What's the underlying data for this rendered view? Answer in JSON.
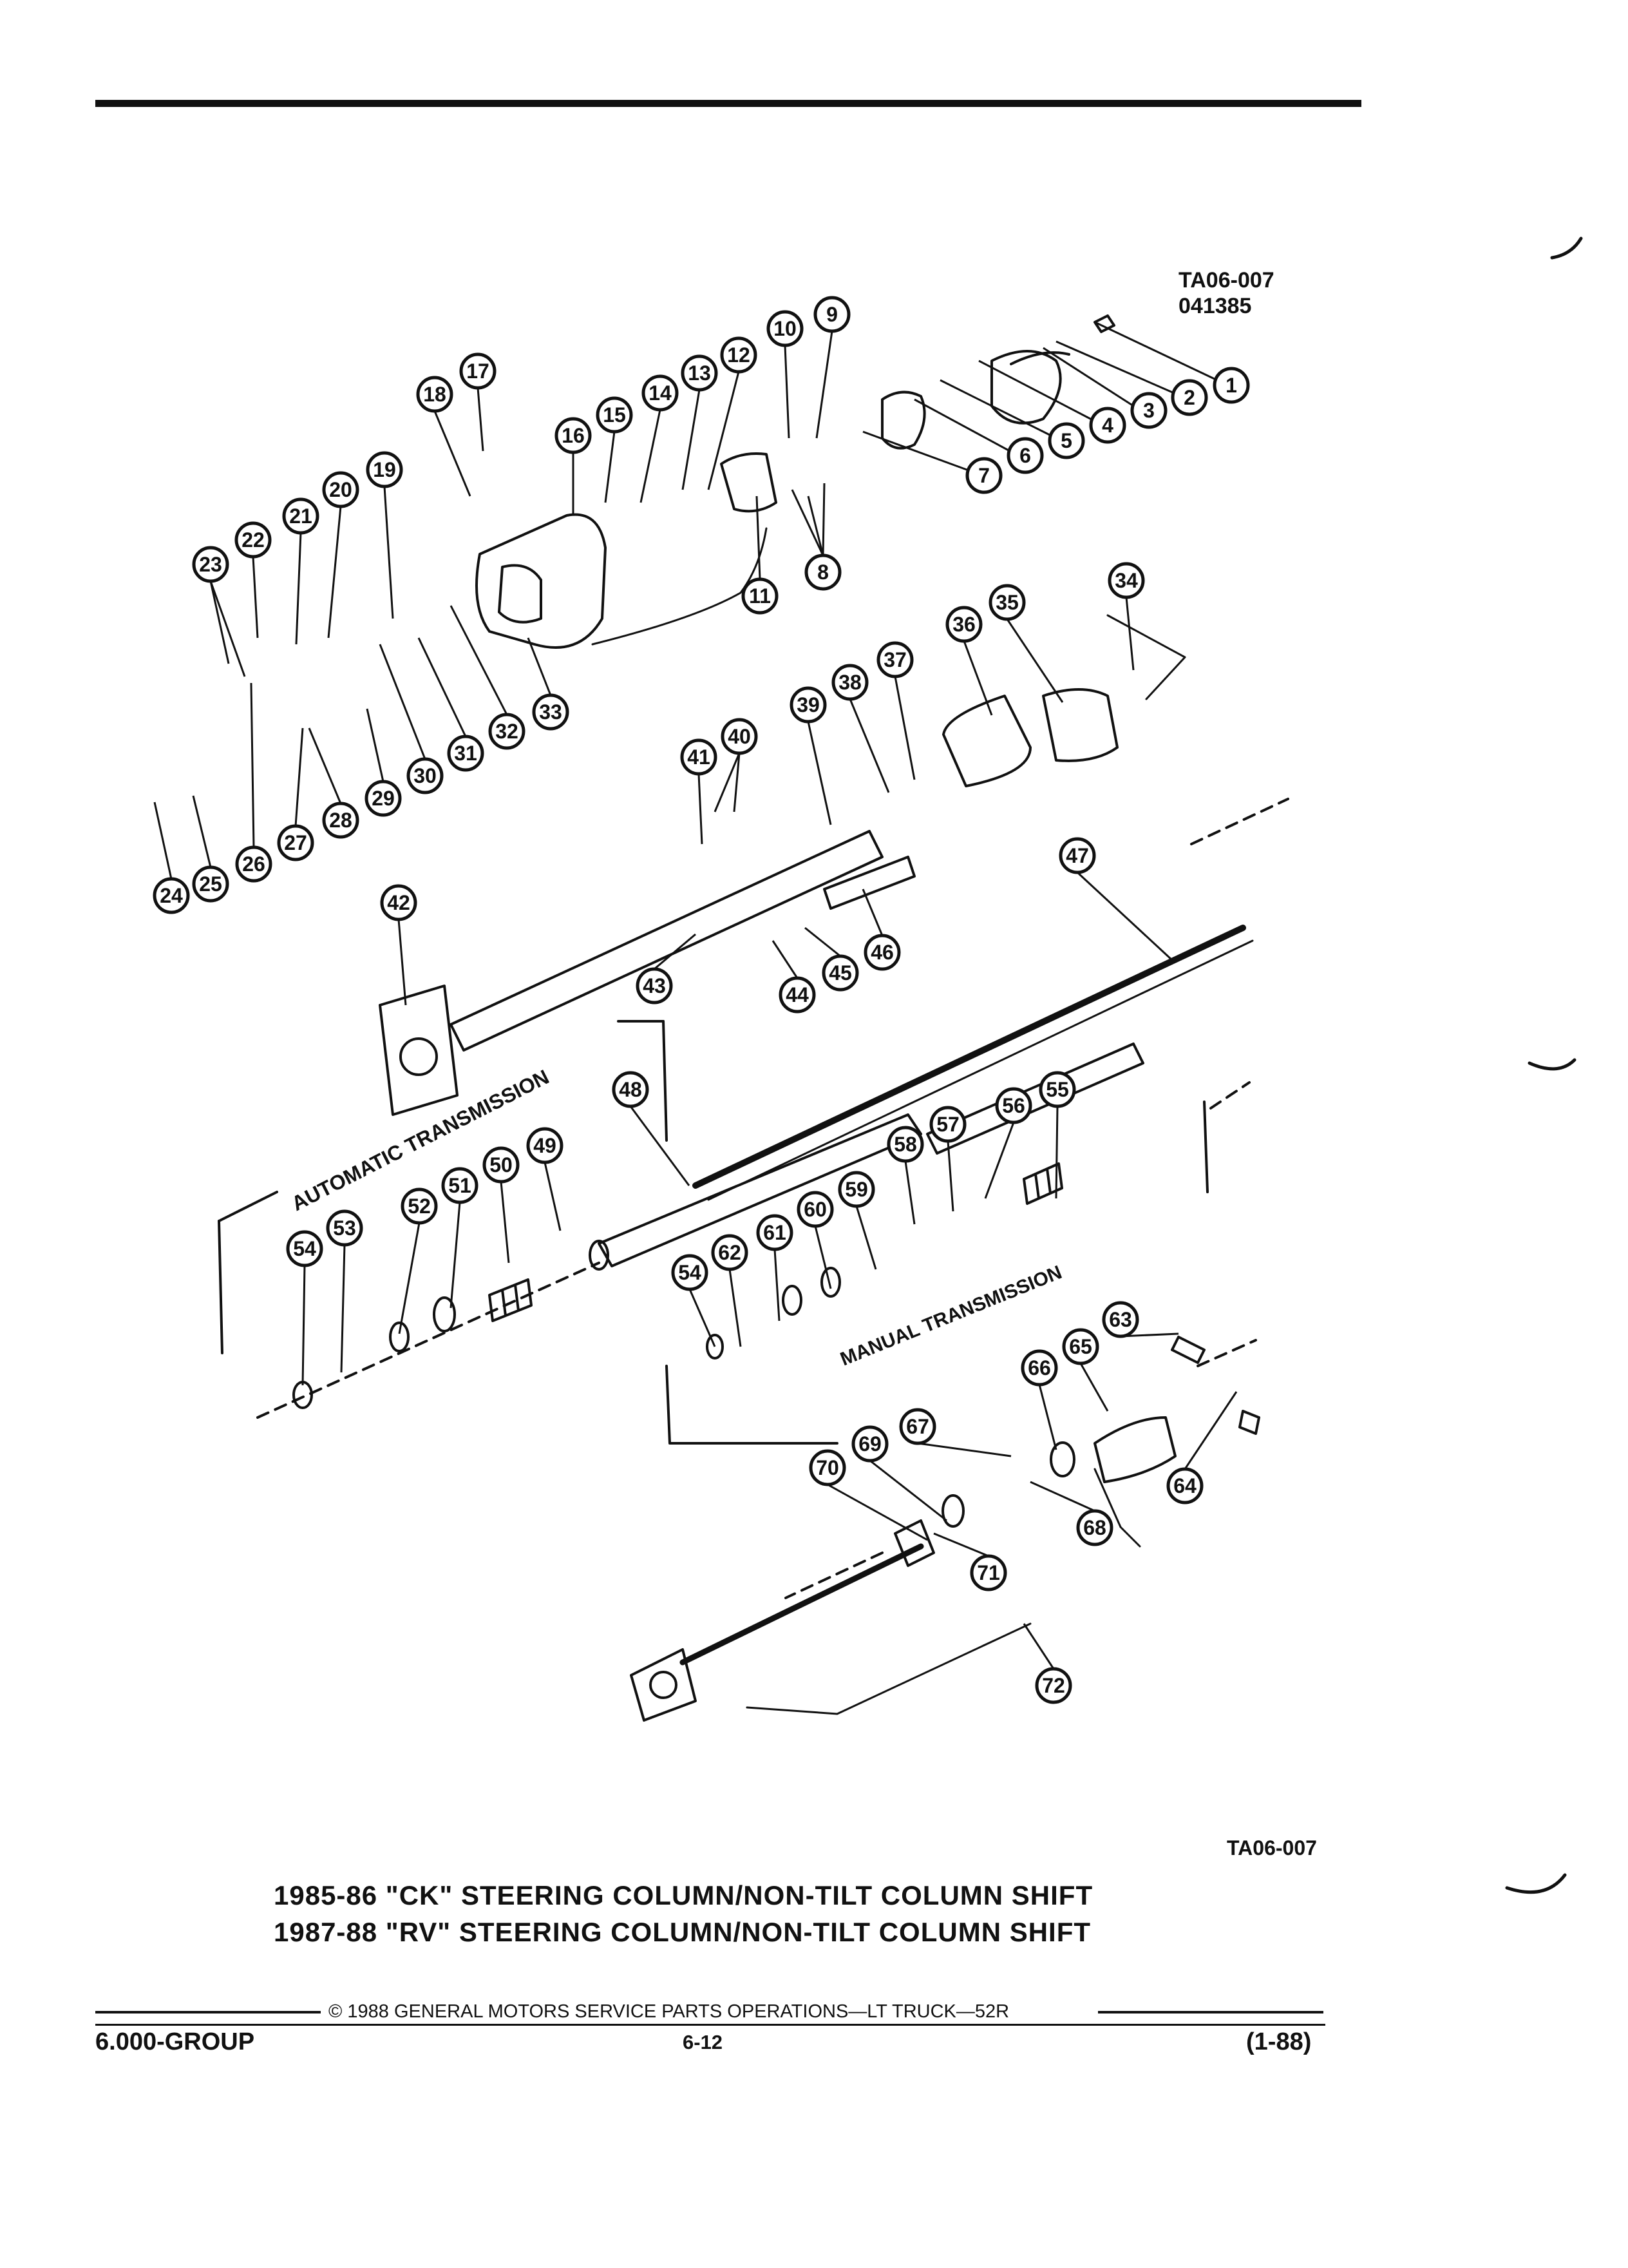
{
  "figure": {
    "code_line1": "TA06-007",
    "code_line2": "041385",
    "code_bottom": "TA06-007"
  },
  "captions": {
    "line1": "1985-86 \"CK\" STEERING COLUMN/NON-TILT COLUMN SHIFT",
    "line2": "1987-88 \"RV\" STEERING COLUMN/NON-TILT COLUMN SHIFT"
  },
  "section_labels": {
    "automatic": "AUTOMATIC TRANSMISSION",
    "manual": "MANUAL TRANSMISSION"
  },
  "callouts": [
    "1",
    "2",
    "3",
    "4",
    "5",
    "6",
    "7",
    "8",
    "9",
    "10",
    "11",
    "12",
    "13",
    "14",
    "15",
    "16",
    "17",
    "18",
    "19",
    "20",
    "21",
    "22",
    "23",
    "24",
    "25",
    "26",
    "27",
    "28",
    "29",
    "30",
    "31",
    "32",
    "33",
    "34",
    "35",
    "36",
    "37",
    "38",
    "39",
    "40",
    "41",
    "42",
    "43",
    "44",
    "45",
    "46",
    "47",
    "48",
    "49",
    "50",
    "51",
    "52",
    "53",
    "54",
    "55",
    "56",
    "57",
    "58",
    "59",
    "60",
    "61",
    "62",
    "54",
    "63",
    "64",
    "65",
    "66",
    "67",
    "68",
    "69",
    "70",
    "71",
    "72"
  ],
  "footer": {
    "copyright": "© 1988 GENERAL MOTORS SERVICE PARTS OPERATIONS—LT TRUCK—52R",
    "group": "6.000-GROUP",
    "page": "6-12",
    "date": "(1-88)"
  }
}
